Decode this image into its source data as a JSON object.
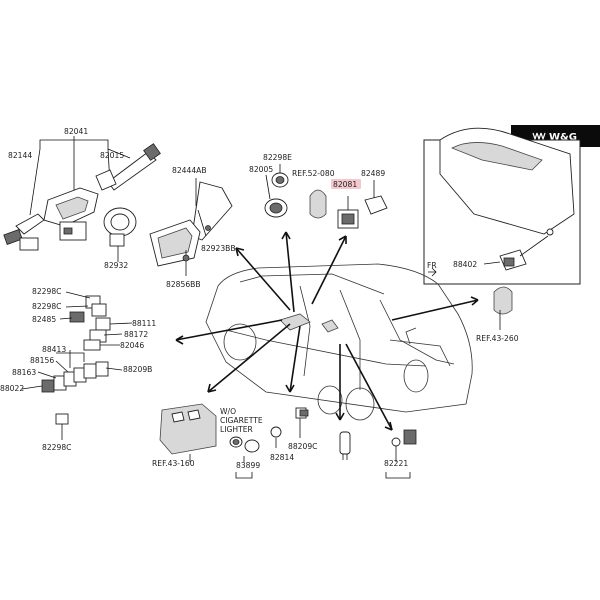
{
  "brand": {
    "badge_text": "W&G",
    "badge_bg": "#0b0b0b",
    "badge_fg": "#ffffff"
  },
  "highlight_color": "#f4c8cc",
  "labels": {
    "p82041": "82041",
    "p82144": "82144",
    "p82015": "82015",
    "p82444ab": "82444AB",
    "p82932": "82932",
    "p82923bb": "82923BB",
    "p82856bb": "82856BB",
    "p82298e": "82298E",
    "p82005": "82005",
    "ref52080": "REF.52-080",
    "p82489": "82489",
    "p82081": "82081",
    "p88402": "88402",
    "fr": "FR",
    "p82298c_a": "82298C",
    "p82298c_b": "82298C",
    "p82485": "82485",
    "p88111": "88111",
    "p88172": "88172",
    "p82046": "82046",
    "p88413": "88413",
    "p88156": "88156",
    "p88163": "88163",
    "p88209b": "88209B",
    "p88022": "88022",
    "p82298c_c": "82298C",
    "ref43260": "REF.43-260",
    "wo_line1": "W/O",
    "wo_line2": "CIGARETTE",
    "wo_line3": "LIGHTER",
    "ref43160": "REF.43-160",
    "p83899": "83899",
    "p82814": "82814",
    "p88209c": "88209C",
    "p82221": "82221"
  }
}
